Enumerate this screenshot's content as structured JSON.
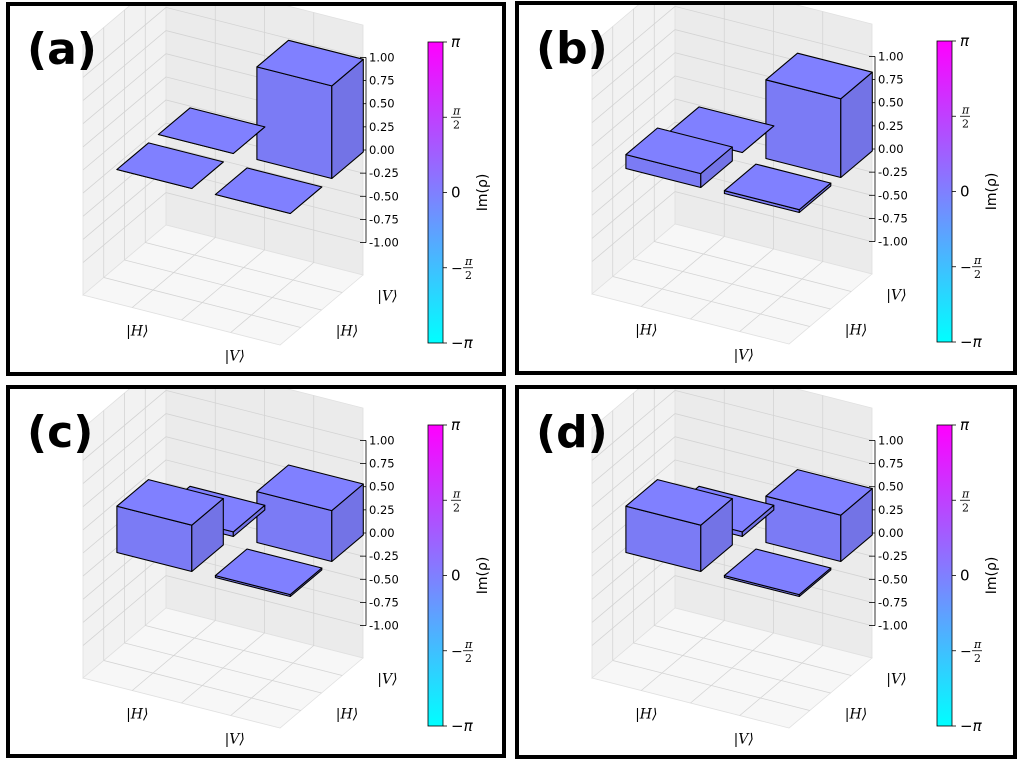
{
  "panel_labels": [
    "(a)",
    "(b)",
    "(c)",
    "(d)"
  ],
  "colorbar": {
    "label": "Im(ρ)",
    "ticks": [
      "π",
      "π/2",
      "0",
      "−π/2",
      "−π"
    ],
    "gradient": [
      "#00ffff",
      "#ff00ff"
    ]
  },
  "bar_color": "#8080ff",
  "chart_data": [
    {
      "type": "bar3d",
      "title": "(a)",
      "row_labels": [
        "|H⟩",
        "|V⟩"
      ],
      "col_labels": [
        "|H⟩",
        "|V⟩"
      ],
      "zlim": [
        -1.0,
        1.0
      ],
      "zticks": [
        "1.00",
        "0.75",
        "0.50",
        "0.25",
        "0.00",
        "-0.25",
        "-0.50",
        "-0.75",
        "-1.00"
      ],
      "values": [
        [
          0.0,
          0.0
        ],
        [
          0.0,
          1.0
        ]
      ]
    },
    {
      "type": "bar3d",
      "title": "(b)",
      "row_labels": [
        "|H⟩",
        "|V⟩"
      ],
      "col_labels": [
        "|H⟩",
        "|V⟩"
      ],
      "zlim": [
        -1.0,
        1.0
      ],
      "zticks": [
        "1.00",
        "0.75",
        "0.50",
        "0.25",
        "0.00",
        "-0.25",
        "-0.50",
        "-0.75",
        "-1.00"
      ],
      "values": [
        [
          0.15,
          0.0
        ],
        [
          0.03,
          0.85
        ]
      ]
    },
    {
      "type": "bar3d",
      "title": "(c)",
      "row_labels": [
        "|H⟩",
        "|V⟩"
      ],
      "col_labels": [
        "|H⟩",
        "|V⟩"
      ],
      "zlim": [
        -1.0,
        1.0
      ],
      "zticks": [
        "1.00",
        "0.75",
        "0.50",
        "0.25",
        "0.00",
        "-0.25",
        "-0.50",
        "-0.75",
        "-1.00"
      ],
      "values": [
        [
          0.5,
          0.05
        ],
        [
          0.02,
          0.55
        ]
      ]
    },
    {
      "type": "bar3d",
      "title": "(d)",
      "row_labels": [
        "|H⟩",
        "|V⟩"
      ],
      "col_labels": [
        "|H⟩",
        "|V⟩"
      ],
      "zlim": [
        -1.0,
        1.0
      ],
      "zticks": [
        "1.00",
        "0.75",
        "0.50",
        "0.25",
        "0.00",
        "-0.25",
        "-0.50",
        "-0.75",
        "-1.00"
      ],
      "values": [
        [
          0.5,
          0.05
        ],
        [
          0.02,
          0.5
        ]
      ]
    }
  ]
}
